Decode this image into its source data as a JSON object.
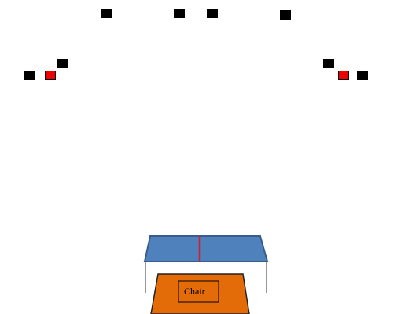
{
  "colors": {
    "background": "#ffffff",
    "marker_default": "#000000",
    "marker_highlight": "#ee0000",
    "table_top": "#4f81bd",
    "table_edge": "#385d8a",
    "table_net": "#d0202a",
    "table_leg": "#333333",
    "chair_fill": "#e36c09",
    "chair_edge": "#222222"
  },
  "markers": [
    {
      "id": "marker-top-1",
      "color_key": "marker_default"
    },
    {
      "id": "marker-top-2",
      "color_key": "marker_default"
    },
    {
      "id": "marker-top-3",
      "color_key": "marker_default"
    },
    {
      "id": "marker-top-4",
      "color_key": "marker_default"
    },
    {
      "id": "marker-left-outer",
      "color_key": "marker_default"
    },
    {
      "id": "marker-left-red",
      "color_key": "marker_highlight"
    },
    {
      "id": "marker-left-upper",
      "color_key": "marker_default"
    },
    {
      "id": "marker-right-upper",
      "color_key": "marker_default"
    },
    {
      "id": "marker-right-red",
      "color_key": "marker_highlight"
    },
    {
      "id": "marker-right-outer",
      "color_key": "marker_default"
    }
  ],
  "chair": {
    "label": "Chair"
  }
}
